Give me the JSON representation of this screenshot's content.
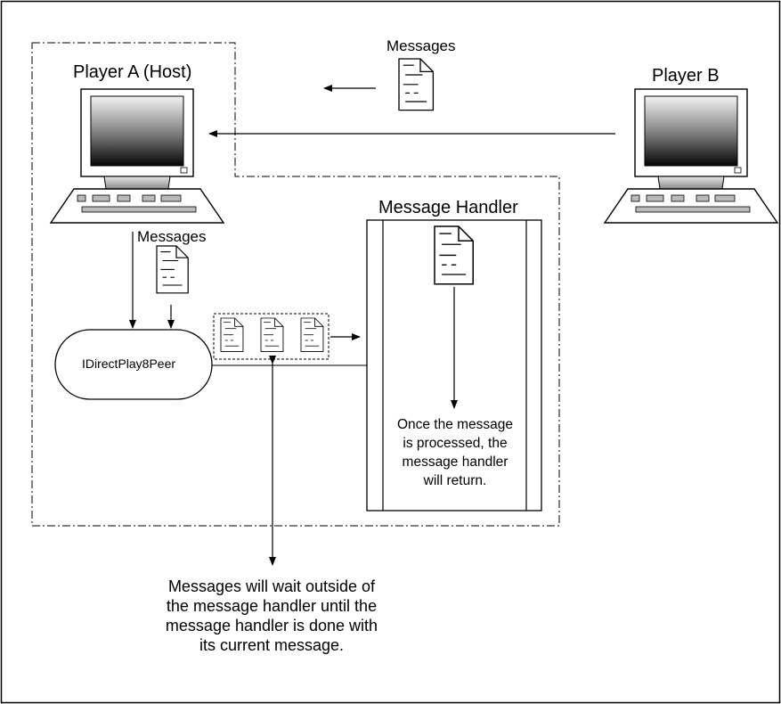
{
  "players": {
    "a_title": "Player A (Host)",
    "b_title": "Player B"
  },
  "messages": {
    "top_label": "Messages",
    "left_label": "Messages"
  },
  "peer": {
    "label": "IDirectPlay8Peer"
  },
  "handler": {
    "title": "Message Handler",
    "note": "Once the message is processed, the message handler will return."
  },
  "caption": "Messages will wait outside of the message handler until the message handler is done with its current message."
}
